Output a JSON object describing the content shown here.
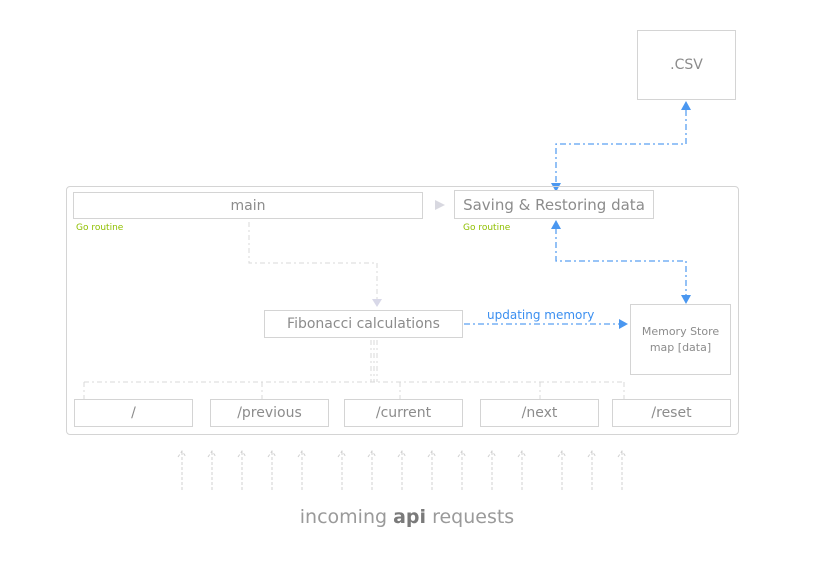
{
  "csv": {
    "label": ".CSV"
  },
  "main": {
    "label": "main",
    "goroutine": "Go routine"
  },
  "saving": {
    "label": "Saving & Restoring data",
    "goroutine": "Go routine"
  },
  "fibonacci": {
    "label": "Fibonacci calculations"
  },
  "updating": {
    "label": "updating memory"
  },
  "memory": {
    "line1": "Memory Store",
    "line2": "map [data]"
  },
  "endpoints": [
    "/",
    "/previous",
    "/current",
    "/next",
    "/reset"
  ],
  "footer": {
    "pre": "incoming ",
    "bold": "api",
    "post": " requests"
  }
}
